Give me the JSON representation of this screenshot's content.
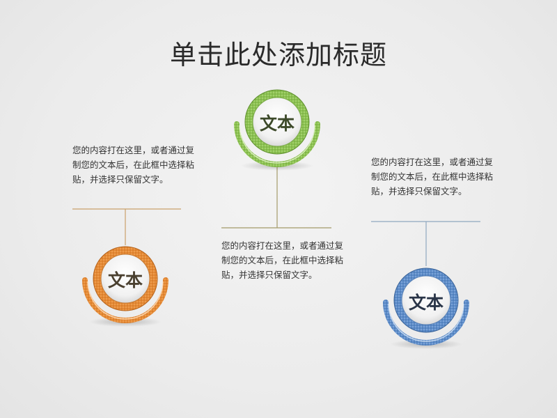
{
  "title": "单击此处添加标题",
  "nodes": [
    {
      "id": "left",
      "label": "文本",
      "color": "#e08a3c"
    },
    {
      "id": "center",
      "label": "文本",
      "color": "#8cc152"
    },
    {
      "id": "right",
      "label": "文本",
      "color": "#5b8ac9"
    }
  ],
  "paragraphs": {
    "left": "您的内容打在这里，或者通过复制您的文本后，在此框中选择粘贴，并选择只保留文字。",
    "center": "您的内容打在这里，或者通过复制您的文本后，在此框中选择粘贴，并选择只保留文字。",
    "right": "您的内容打在这里，或者通过复制您的文本后，在此框中选择粘贴，并选择只保留文字。"
  },
  "colors": {
    "orange": "#e08a3c",
    "green": "#8cc152",
    "blue": "#5b8ac9",
    "connector_orange": "#c9a06a",
    "connector_green": "#a49a6a",
    "connector_blue": "#8fa8bf"
  }
}
